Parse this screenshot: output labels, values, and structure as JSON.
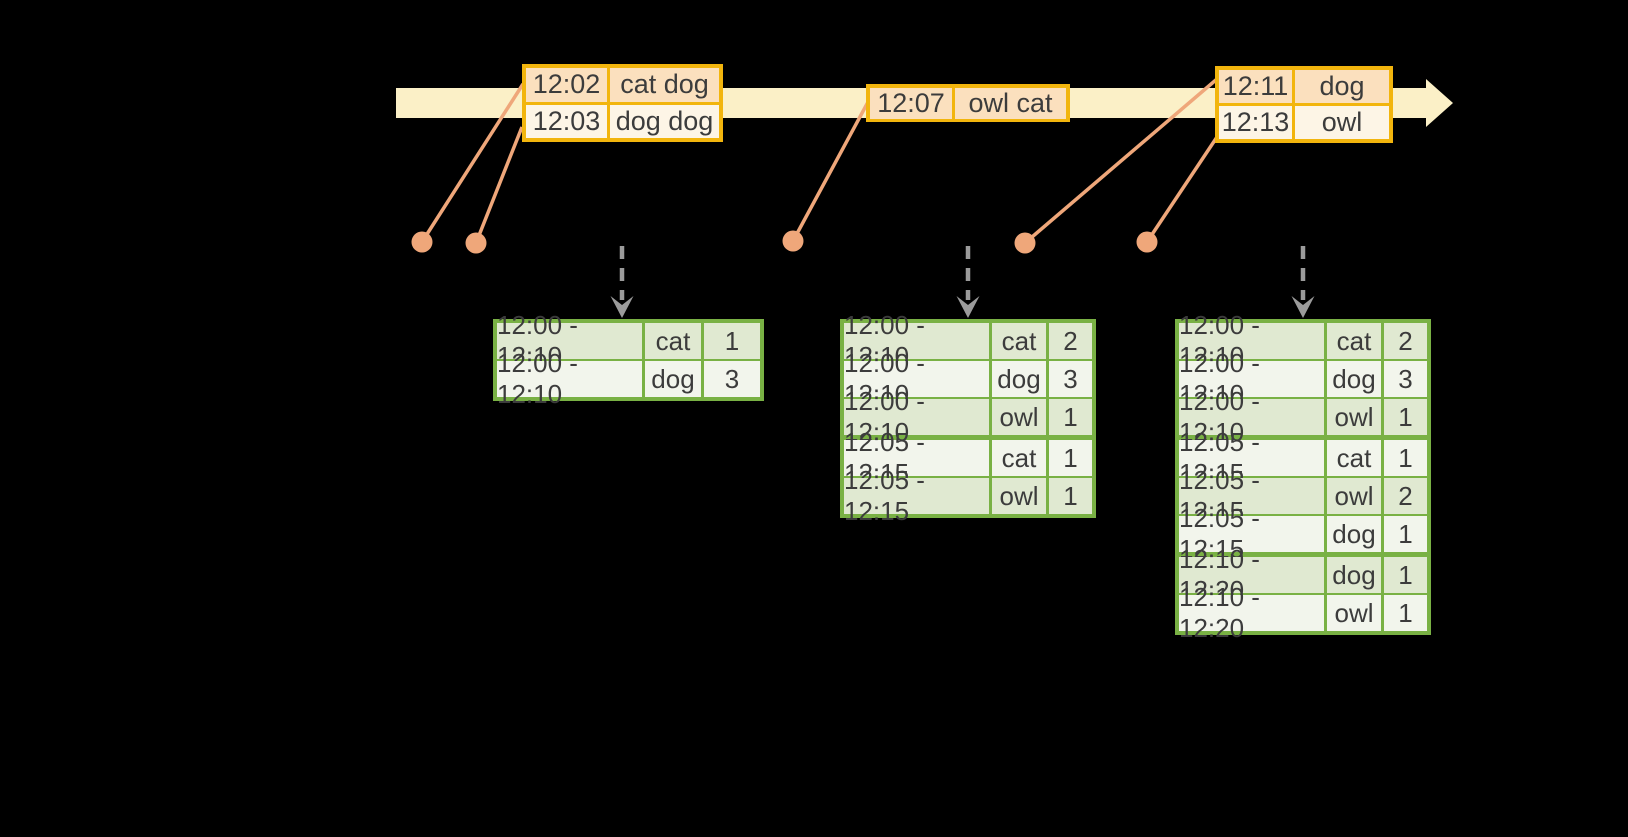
{
  "colors": {
    "background": "#000000",
    "timeline_band": "#FBF0C7",
    "event_table_border": "#F2B50D",
    "event_row_fill_peach": "#FBE0BE",
    "event_row_fill_cream": "#FDF5E6",
    "event_dot_orange": "#EFA77A",
    "trigger_arrow_gray": "#9B9B9B",
    "result_table_border": "#79B144",
    "result_row_fill_green": "#E0E9D1",
    "result_row_fill_white": "#F2F5EC",
    "text": "#3C3C3C"
  },
  "event_stream": {
    "tables": [
      {
        "rows": [
          {
            "time": "12:02",
            "words": "cat dog"
          },
          {
            "time": "12:03",
            "words": "dog dog"
          }
        ]
      },
      {
        "rows": [
          {
            "time": "12:07",
            "words": "owl cat"
          }
        ]
      },
      {
        "rows": [
          {
            "time": "12:11",
            "words": "dog"
          },
          {
            "time": "12:13",
            "words": "owl"
          }
        ]
      }
    ]
  },
  "result_tables": [
    {
      "rows": [
        {
          "window": "12:00 - 12:10",
          "word": "cat",
          "count": "1"
        },
        {
          "window": "12:00 - 12:10",
          "word": "dog",
          "count": "3"
        }
      ]
    },
    {
      "rows": [
        {
          "window": "12:00 - 12:10",
          "word": "cat",
          "count": "2"
        },
        {
          "window": "12:00 - 12:10",
          "word": "dog",
          "count": "3"
        },
        {
          "window": "12:00 - 12:10",
          "word": "owl",
          "count": "1"
        },
        {
          "window": "12:05 - 12:15",
          "word": "cat",
          "count": "1"
        },
        {
          "window": "12:05 - 12:15",
          "word": "owl",
          "count": "1"
        }
      ]
    },
    {
      "rows": [
        {
          "window": "12:00 - 12:10",
          "word": "cat",
          "count": "2"
        },
        {
          "window": "12:00 - 12:10",
          "word": "dog",
          "count": "3"
        },
        {
          "window": "12:00 - 12:10",
          "word": "owl",
          "count": "1"
        },
        {
          "window": "12:05 - 12:15",
          "word": "cat",
          "count": "1"
        },
        {
          "window": "12:05 - 12:15",
          "word": "owl",
          "count": "2"
        },
        {
          "window": "12:05 - 12:15",
          "word": "dog",
          "count": "1"
        },
        {
          "window": "12:10 - 12:20",
          "word": "dog",
          "count": "1"
        },
        {
          "window": "12:10 - 12:20",
          "word": "owl",
          "count": "1"
        }
      ]
    }
  ]
}
